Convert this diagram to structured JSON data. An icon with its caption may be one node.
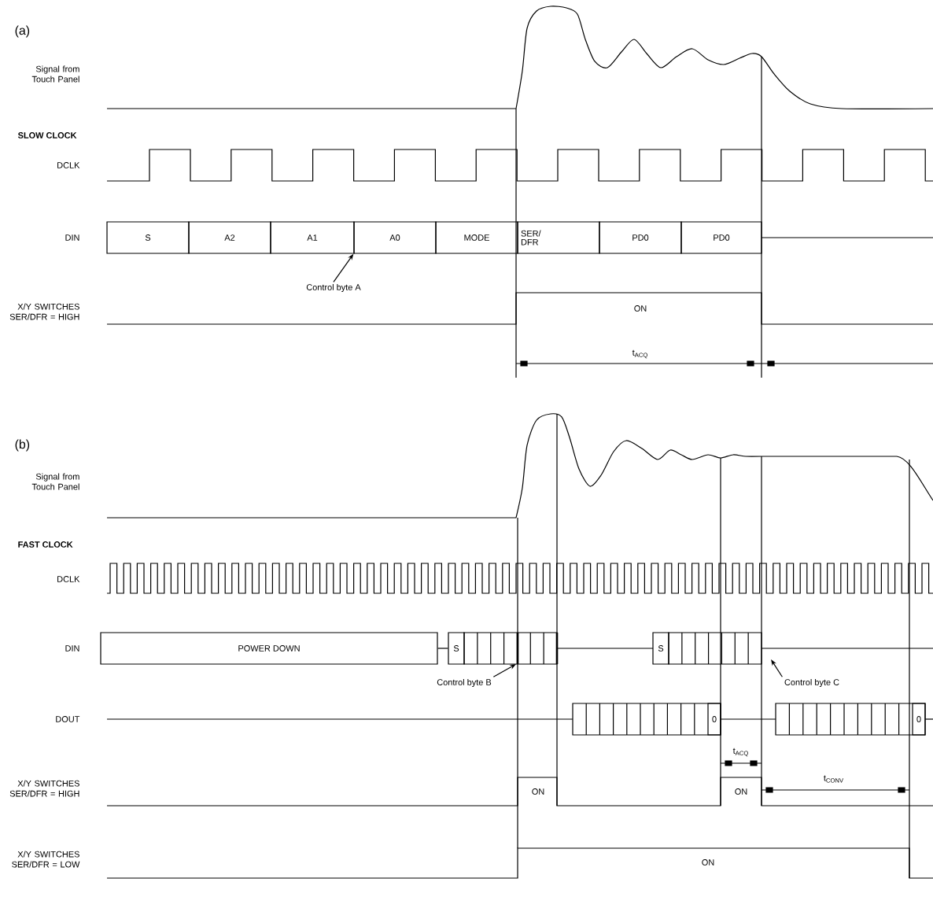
{
  "diagram": {
    "nodes": [
      {
        "text": [
          "S"
        ]
      },
      {
        "text": [
          "A2"
        ]
      },
      {
        "text": [
          "A1"
        ]
      },
      {
        "text": [
          "A0"
        ]
      },
      {
        "text": [
          "MODE"
        ]
      },
      {
        "text": [
          "SER/ DFR"
        ]
      },
      {
        "text": [
          "PD0"
        ]
      },
      {
        "text": [
          "PD0"
        ]
      },
      {
        "text": [
          "Control byte A"
        ]
      },
      {
        "text": [
          "POWER DOWN"
        ]
      },
      {
        "text": [
          "S"
        ]
      },
      {
        "text": [
          "S"
        ]
      },
      {
        "text": [
          "0"
        ]
      },
      {
        "text": [
          "0"
        ]
      },
      {
        "text": [
          "Control byte B"
        ]
      },
      {
        "text": [
          "Control byte C"
        ]
      }
    ],
    "edges": [
      {
        "from": 8,
        "to": 3,
        "arrow": "to"
      },
      {
        "from": 14,
        "to": null,
        "arrow": "to"
      },
      {
        "from": 15,
        "to": null,
        "arrow": "to"
      },
      {
        "from": 9,
        "to": 10,
        "arrow": "none"
      }
    ],
    "labels": [
      "(a)",
      "Signal from Touch Panel",
      "SLOW CLOCK",
      "DCLK",
      "DIN",
      "X/Y SWITCHES SER/DFR = HIGH",
      "ON",
      "t$_{ACQ}$",
      "(b)",
      "Signal from Touch Panel",
      "FAST CLOCK",
      "DCLK",
      "DIN",
      "DOUT",
      "X/Y SWITCHES SER/DFR = HIGH",
      "ON",
      "t$_{ACQ}$",
      "ON",
      "t$_{CONV}$",
      "X/Y SWITCHES SER/DFR = LOW",
      "ON"
    ]
  }
}
